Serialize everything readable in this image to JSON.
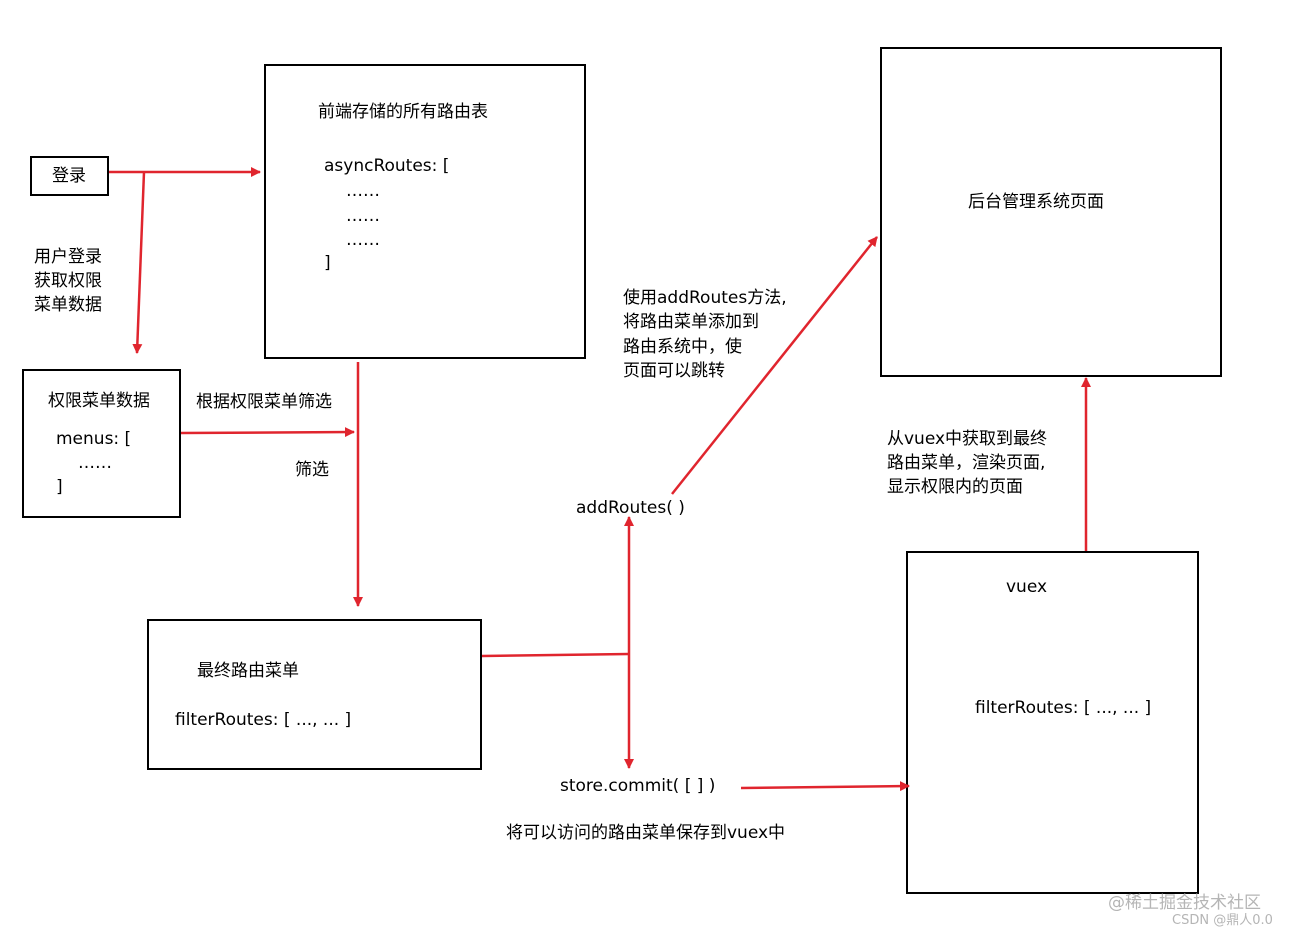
{
  "login": {
    "label": "登录"
  },
  "login_note": {
    "lines": [
      "用户登录",
      "获取权限",
      "菜单数据"
    ]
  },
  "all_routes": {
    "title": "前端存储的所有路由表",
    "lines": [
      "asyncRoutes: [",
      "……",
      "……",
      "……",
      "]"
    ]
  },
  "perm_menu": {
    "title": "权限菜单数据",
    "lines": [
      "menus: [",
      "……",
      "]"
    ]
  },
  "filter_label_top": "根据权限菜单筛选",
  "filter_label": "筛选",
  "final_menu": {
    "title": "最终路由菜单",
    "content": "filterRoutes: [ ..., ... ]"
  },
  "add_routes_note": {
    "lines": [
      "使用addRoutes方法,",
      "将路由菜单添加到",
      "路由系统中，使",
      "页面可以跳转"
    ]
  },
  "add_routes_call": "addRoutes( )",
  "store_commit_call": "store.commit( [ ] )",
  "store_note": "将可以访问的路由菜单保存到vuex中",
  "admin_page": {
    "title": "后台管理系统页面"
  },
  "vuex_note": {
    "lines": [
      "从vuex中获取到最终",
      "路由菜单，渲染页面,",
      "显示权限内的页面"
    ]
  },
  "vuex_box": {
    "title": "vuex",
    "content": "filterRoutes: [ ..., ... ]"
  },
  "watermark": {
    "line1": "@稀土掘金技术社区",
    "line2": "CSDN @鼎人0.0"
  },
  "colors": {
    "arrow": "#e0252e",
    "border": "#000000",
    "background": "#ffffff",
    "watermark": "#b5b5b5"
  }
}
